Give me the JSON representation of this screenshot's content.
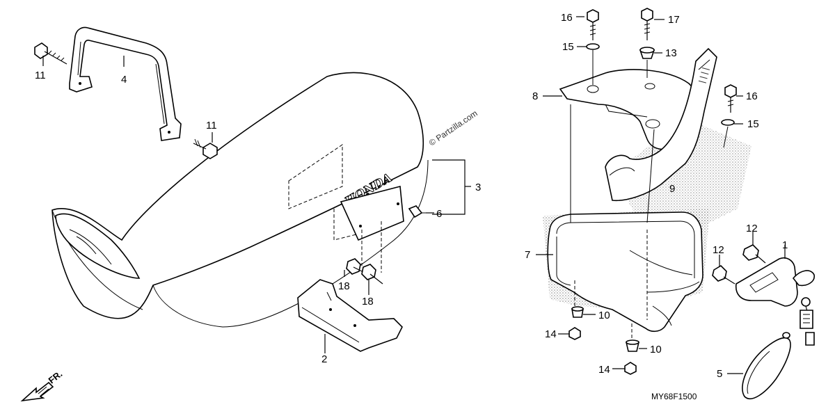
{
  "diagram": {
    "diagram_code": "MY68F1500",
    "watermark": "© Partzilla.com",
    "seat_brand_text": "HONDA",
    "direction_label": "FR."
  },
  "callouts": [
    {
      "id": "c1",
      "label": "1"
    },
    {
      "id": "c2",
      "label": "2"
    },
    {
      "id": "c3",
      "label": "3"
    },
    {
      "id": "c4",
      "label": "4"
    },
    {
      "id": "c5",
      "label": "5"
    },
    {
      "id": "c6",
      "label": "6"
    },
    {
      "id": "c7",
      "label": "7"
    },
    {
      "id": "c8",
      "label": "8"
    },
    {
      "id": "c9",
      "label": "9"
    },
    {
      "id": "c10a",
      "label": "10"
    },
    {
      "id": "c10b",
      "label": "10"
    },
    {
      "id": "c11a",
      "label": "11"
    },
    {
      "id": "c11b",
      "label": "11"
    },
    {
      "id": "c12a",
      "label": "12"
    },
    {
      "id": "c12b",
      "label": "12"
    },
    {
      "id": "c13",
      "label": "13"
    },
    {
      "id": "c14a",
      "label": "14"
    },
    {
      "id": "c14b",
      "label": "14"
    },
    {
      "id": "c15a",
      "label": "15"
    },
    {
      "id": "c15b",
      "label": "15"
    },
    {
      "id": "c16a",
      "label": "16"
    },
    {
      "id": "c16b",
      "label": "16"
    },
    {
      "id": "c17",
      "label": "17"
    },
    {
      "id": "c18a",
      "label": "18"
    },
    {
      "id": "c18b",
      "label": "18"
    }
  ]
}
